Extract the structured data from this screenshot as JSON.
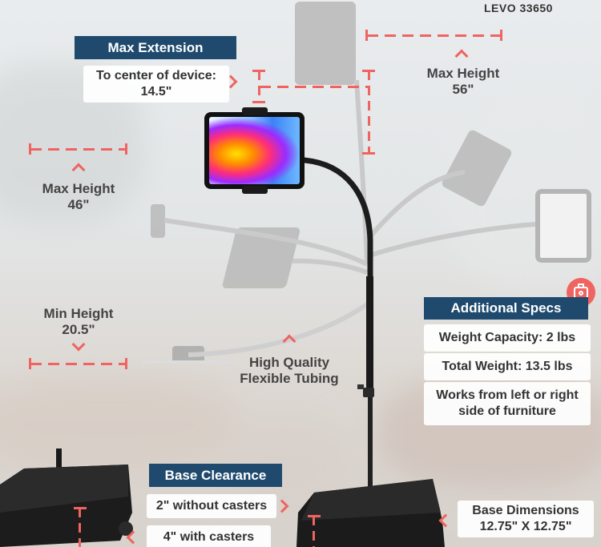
{
  "model": "LEVO 33650",
  "max_extension": {
    "header": "Max Extension",
    "text_line1": "To center of device:",
    "text_line2": "14.5\""
  },
  "max_height_56": {
    "line1": "Max Height",
    "line2": "56\""
  },
  "max_height_46": {
    "line1": "Max Height",
    "line2": "46\""
  },
  "min_height": {
    "line1": "Min Height",
    "line2": "20.5\""
  },
  "tubing": {
    "line1": "High Quality",
    "line2": "Flexible Tubing"
  },
  "additional_specs": {
    "header": "Additional Specs",
    "weight_capacity": "Weight Capacity: 2 lbs",
    "total_weight": "Total Weight: 13.5 lbs",
    "works_line1": "Works from left or right",
    "works_line2": "side of furniture"
  },
  "base_clearance": {
    "header": "Base Clearance",
    "without_casters": "2\" without casters",
    "with_casters": "4\" with casters"
  },
  "base_dimensions": {
    "line1": "Base Dimensions",
    "line2": "12.75\" X 12.75\""
  },
  "colors": {
    "header_bg": "#1f4a6e",
    "accent": "#ef6461",
    "text": "#444444"
  },
  "icons": [
    "scale-icon",
    "chevron-up-icon",
    "chevron-down-icon",
    "chevron-right-icon"
  ]
}
